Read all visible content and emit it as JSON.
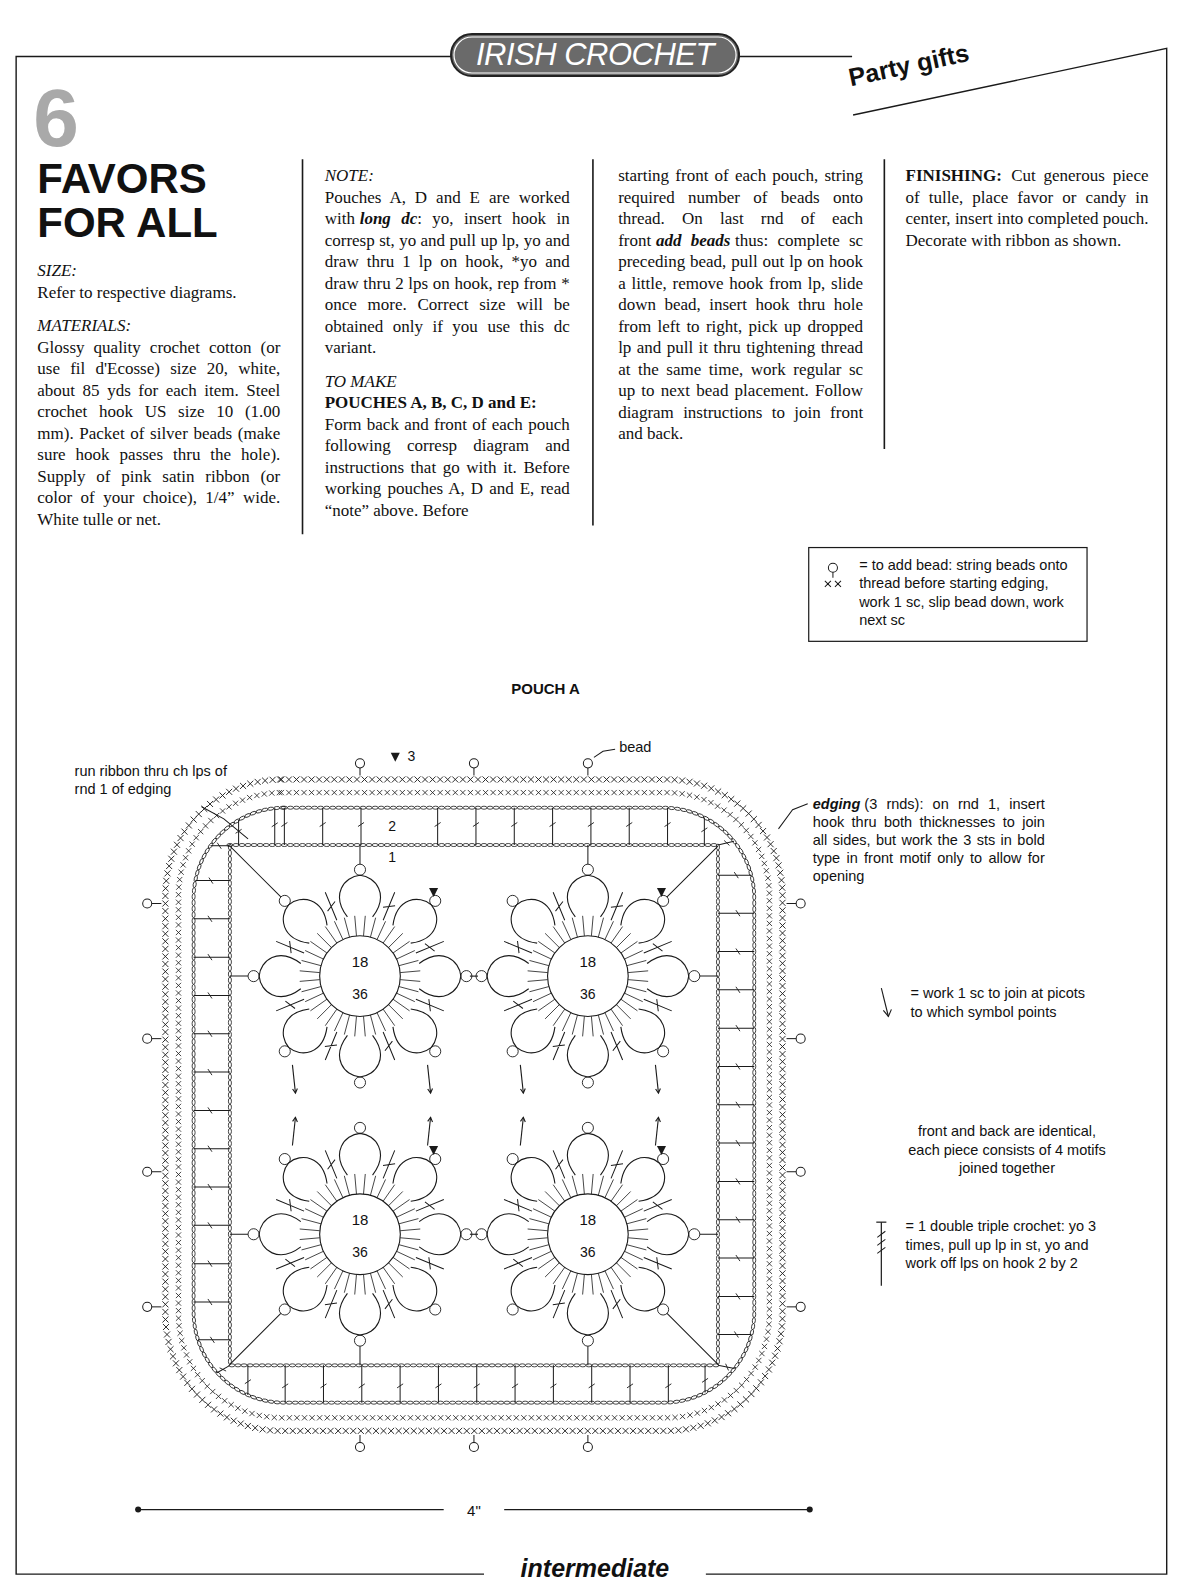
{
  "diagram": {
    "title": "FAVORS FOR ALL",
    "nodes": [
      {
        "text": [
          "IRISH CROCHET"
        ]
      }
    ],
    "labels": [
      "Party gifts",
      "6",
      "SIZE:",
      "Refer to respective diagrams.",
      "MATERIALS:",
      "Glossy quality crochet cotton (or use fil d'Ecosse) size 20, white, about 85 yds for each item. Steel crochet hook US size 10 (1.00 mm). Packet of silver beads (make sure hook passes thru the hole). Supply of pink satin ribbon (or color of your choice), 1/4” wide. White tulle or net.",
      "NOTE:",
      "Pouches A, D and E are worked with",
      "long dc",
      ": yo, insert hook in corresp st, yo and pull up lp, yo and draw thru 1 lp on hook, *yo and draw thru 2 lps on hook, rep from * once more. Correct size will be obtained only if you use this dc variant.",
      "TO MAKE",
      "POUCHES A, B, C, D and E:",
      "Form back and front of each pouch following corresp diagram and instructions that go with it. Before working pouches A, D and E, read “note” above. Before",
      "starting front of each pouch, string required number of beads onto thread. On last rnd of each front",
      "add beads",
      "thus: complete sc preceding bead, pull out lp on hook a little, remove hook from lp, slide down bead, insert hook thru hole from left to right, pick up dropped lp and pull it thru tightening thread at the same time, work regular sc up to next bead placement. Follow diagram instructions to join front and back.",
      "FINISHING:",
      "Cut generous piece of tulle, place favor or candy in center, insert into completed pouch. Decorate with ribbon as shown.",
      "POUCH A",
      "bead",
      "3",
      "2",
      "1",
      "run ribbon thru ch lps of rnd 1 of edging",
      "edging",
      "(3 rnds): on rnd 1, insert hook thru both thicknesses to join all sides, but work the 3 sts in bold type in front motif only to allow for opening",
      "front and back are identical, each piece consists of 4 motifs joined together",
      "18",
      "36",
      "18",
      "36",
      "18",
      "36",
      "18",
      "36",
      "4\"",
      "intermediate"
    ],
    "legend": [
      {
        "text": "= to add bead: string beads onto thread before starting edging, work 1 sc, slip bead down, work next sc"
      },
      {
        "text": "= work 1 sc to join at picots to which symbol points"
      },
      {
        "text": "= 1 double triple crochet: yo 3 times, pull up lp in st, yo and work off lps on hook 2 by 2"
      }
    ]
  }
}
